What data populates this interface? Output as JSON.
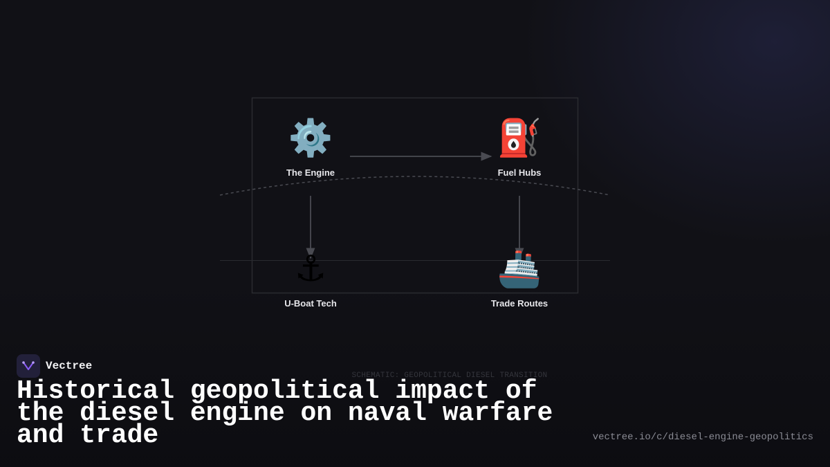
{
  "diagram": {
    "nodes": [
      {
        "id": "engine",
        "label": "The Engine",
        "icon": "gear-icon",
        "glyph": "⚙️"
      },
      {
        "id": "fuel",
        "label": "Fuel Hubs",
        "icon": "fuel-pump-icon",
        "glyph": "⛽"
      },
      {
        "id": "uboat",
        "label": "U-Boat Tech",
        "icon": "anchor-icon",
        "glyph": "⚓"
      },
      {
        "id": "trade",
        "label": "Trade Routes",
        "icon": "ship-icon",
        "glyph": "🚢"
      }
    ],
    "edges": [
      {
        "from": "engine",
        "to": "fuel"
      },
      {
        "from": "engine",
        "to": "uboat"
      },
      {
        "from": "fuel",
        "to": "trade"
      }
    ],
    "caption": "SCHEMATIC: GEOPOLITICAL DIESEL TRANSITION"
  },
  "brand": {
    "name": "Vectree",
    "logo_icon": "vectree-logo-icon",
    "accent": "#8a5cf6"
  },
  "title": "Historical geopolitical impact of the diesel engine on naval warfare and trade",
  "url": "vectree.io/c/diesel-engine-geopolitics",
  "colors": {
    "background": "#111116",
    "text": "#ffffff",
    "muted": "#8a8b94"
  }
}
